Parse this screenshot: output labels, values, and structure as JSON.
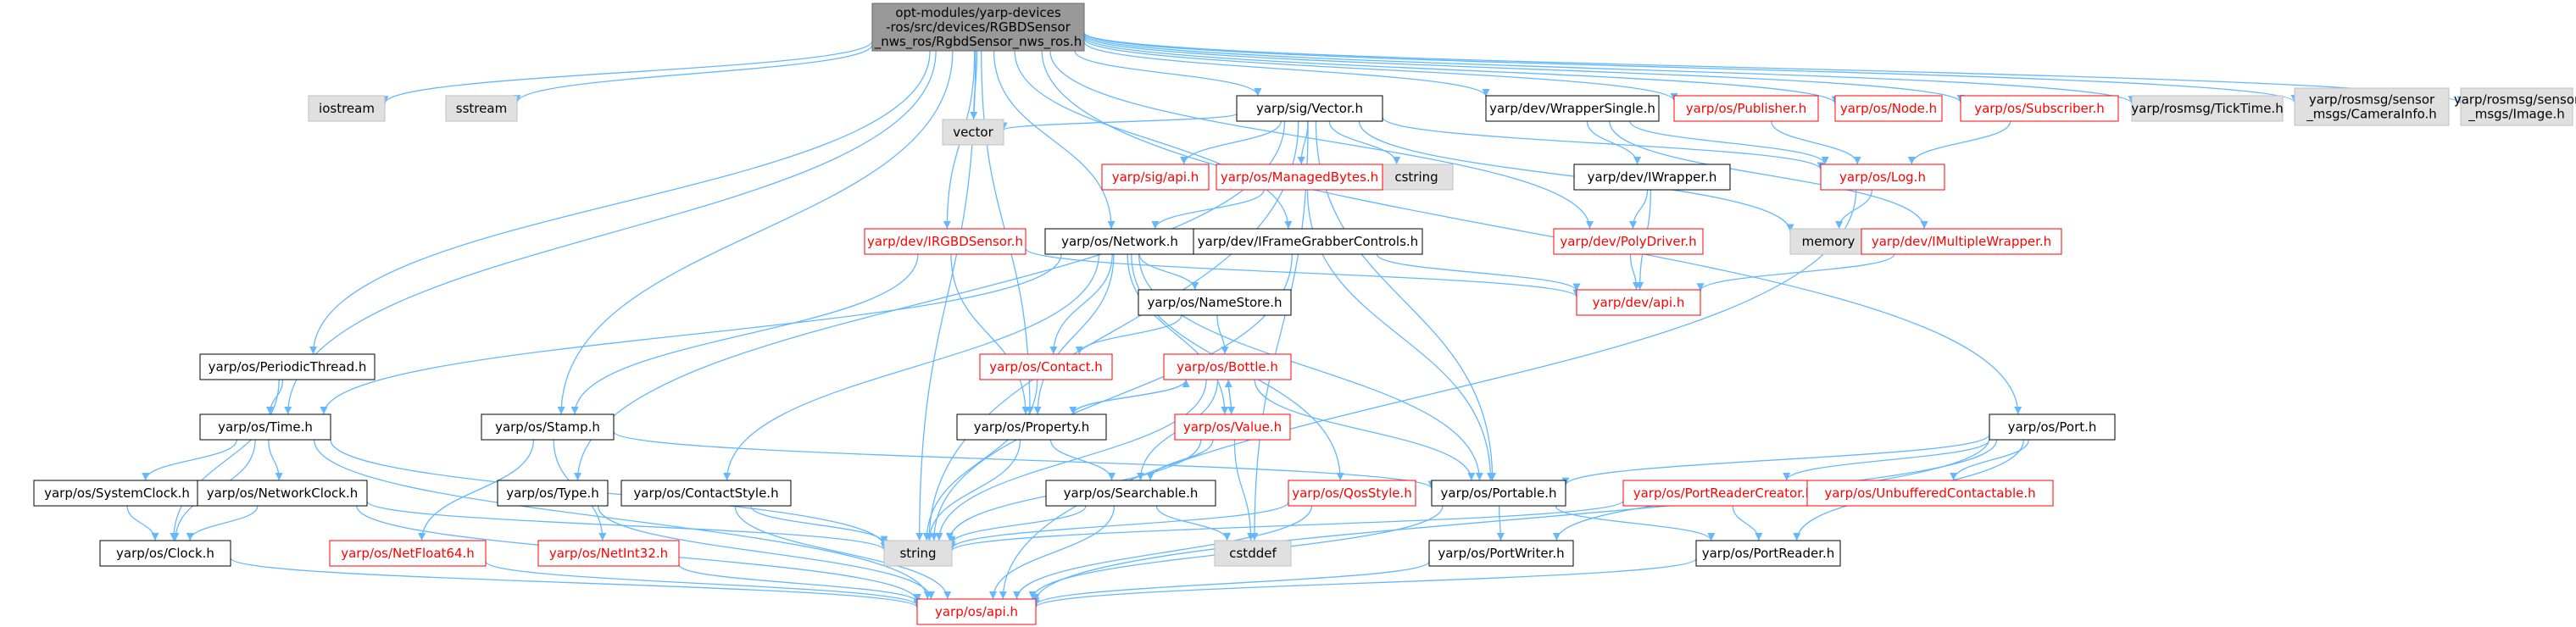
{
  "colors": {
    "edge": "#63b8ff",
    "root_fill": "#999999",
    "plain_fill": "#ffffff",
    "system_fill": "#e0e0e0",
    "red_text": "#ff0000",
    "text": "#000000"
  },
  "nodes": [
    {
      "id": "root",
      "lines": [
        "opt-modules/yarp-devices",
        "-ros/src/devices/RGBDSensor",
        "_nws_ros/RgbdSensor_nws_ros.h"
      ],
      "kind": "root"
    },
    {
      "id": "iostream",
      "lines": [
        "iostream"
      ],
      "kind": "system"
    },
    {
      "id": "sstream",
      "lines": [
        "sstream"
      ],
      "kind": "system"
    },
    {
      "id": "vector",
      "lines": [
        "vector"
      ],
      "kind": "system"
    },
    {
      "id": "sigvector",
      "lines": [
        "yarp/sig/Vector.h"
      ],
      "kind": "plain"
    },
    {
      "id": "wrappersingle",
      "lines": [
        "yarp/dev/WrapperSingle.h"
      ],
      "kind": "plain"
    },
    {
      "id": "publisher",
      "lines": [
        "yarp/os/Publisher.h"
      ],
      "kind": "red"
    },
    {
      "id": "node",
      "lines": [
        "yarp/os/Node.h"
      ],
      "kind": "red"
    },
    {
      "id": "subscriber",
      "lines": [
        "yarp/os/Subscriber.h"
      ],
      "kind": "red"
    },
    {
      "id": "ticktime",
      "lines": [
        "yarp/rosmsg/TickTime.h"
      ],
      "kind": "system"
    },
    {
      "id": "camerainfo",
      "lines": [
        "yarp/rosmsg/sensor",
        "_msgs/CameraInfo.h"
      ],
      "kind": "system"
    },
    {
      "id": "image",
      "lines": [
        "yarp/rosmsg/sensor",
        "_msgs/Image.h"
      ],
      "kind": "system"
    },
    {
      "id": "cstring",
      "lines": [
        "cstring"
      ],
      "kind": "system"
    },
    {
      "id": "sigapi",
      "lines": [
        "yarp/sig/api.h"
      ],
      "kind": "red"
    },
    {
      "id": "managedbytes",
      "lines": [
        "yarp/os/ManagedBytes.h"
      ],
      "kind": "red"
    },
    {
      "id": "iwrapper",
      "lines": [
        "yarp/dev/IWrapper.h"
      ],
      "kind": "plain"
    },
    {
      "id": "log",
      "lines": [
        "yarp/os/Log.h"
      ],
      "kind": "red"
    },
    {
      "id": "memory",
      "lines": [
        "memory"
      ],
      "kind": "system"
    },
    {
      "id": "irgbdsensor",
      "lines": [
        "yarp/dev/IRGBDSensor.h"
      ],
      "kind": "red"
    },
    {
      "id": "network",
      "lines": [
        "yarp/os/Network.h"
      ],
      "kind": "plain"
    },
    {
      "id": "iframegrabber",
      "lines": [
        "yarp/dev/IFrameGrabberControls.h"
      ],
      "kind": "plain"
    },
    {
      "id": "polydriver",
      "lines": [
        "yarp/dev/PolyDriver.h"
      ],
      "kind": "red"
    },
    {
      "id": "imultiplewrapper",
      "lines": [
        "yarp/dev/IMultipleWrapper.h"
      ],
      "kind": "red"
    },
    {
      "id": "devapi",
      "lines": [
        "yarp/dev/api.h"
      ],
      "kind": "red"
    },
    {
      "id": "namestore",
      "lines": [
        "yarp/os/NameStore.h"
      ],
      "kind": "plain"
    },
    {
      "id": "periodicthread",
      "lines": [
        "yarp/os/PeriodicThread.h"
      ],
      "kind": "plain"
    },
    {
      "id": "contact",
      "lines": [
        "yarp/os/Contact.h"
      ],
      "kind": "red"
    },
    {
      "id": "bottle",
      "lines": [
        "yarp/os/Bottle.h"
      ],
      "kind": "red"
    },
    {
      "id": "time",
      "lines": [
        "yarp/os/Time.h"
      ],
      "kind": "plain"
    },
    {
      "id": "stamp",
      "lines": [
        "yarp/os/Stamp.h"
      ],
      "kind": "plain"
    },
    {
      "id": "property",
      "lines": [
        "yarp/os/Property.h"
      ],
      "kind": "plain"
    },
    {
      "id": "value",
      "lines": [
        "yarp/os/Value.h"
      ],
      "kind": "red"
    },
    {
      "id": "port",
      "lines": [
        "yarp/os/Port.h"
      ],
      "kind": "plain"
    },
    {
      "id": "systemclock",
      "lines": [
        "yarp/os/SystemClock.h"
      ],
      "kind": "plain"
    },
    {
      "id": "networkclock",
      "lines": [
        "yarp/os/NetworkClock.h"
      ],
      "kind": "plain"
    },
    {
      "id": "type",
      "lines": [
        "yarp/os/Type.h"
      ],
      "kind": "plain"
    },
    {
      "id": "contactstyle",
      "lines": [
        "yarp/os/ContactStyle.h"
      ],
      "kind": "plain"
    },
    {
      "id": "searchable",
      "lines": [
        "yarp/os/Searchable.h"
      ],
      "kind": "plain"
    },
    {
      "id": "qosstyle",
      "lines": [
        "yarp/os/QosStyle.h"
      ],
      "kind": "red"
    },
    {
      "id": "portable",
      "lines": [
        "yarp/os/Portable.h"
      ],
      "kind": "plain"
    },
    {
      "id": "portreadercreator",
      "lines": [
        "yarp/os/PortReaderCreator.h"
      ],
      "kind": "red"
    },
    {
      "id": "unbuffered",
      "lines": [
        "yarp/os/UnbufferedContactable.h"
      ],
      "kind": "red"
    },
    {
      "id": "string",
      "lines": [
        "string"
      ],
      "kind": "system"
    },
    {
      "id": "cstddef",
      "lines": [
        "cstddef"
      ],
      "kind": "system"
    },
    {
      "id": "clock",
      "lines": [
        "yarp/os/Clock.h"
      ],
      "kind": "plain"
    },
    {
      "id": "netfloat64",
      "lines": [
        "yarp/os/NetFloat64.h"
      ],
      "kind": "red"
    },
    {
      "id": "netint32",
      "lines": [
        "yarp/os/NetInt32.h"
      ],
      "kind": "red"
    },
    {
      "id": "portwriter",
      "lines": [
        "yarp/os/PortWriter.h"
      ],
      "kind": "plain"
    },
    {
      "id": "portreader",
      "lines": [
        "yarp/os/PortReader.h"
      ],
      "kind": "plain"
    },
    {
      "id": "osapi",
      "lines": [
        "yarp/os/api.h"
      ],
      "kind": "red"
    }
  ]
}
